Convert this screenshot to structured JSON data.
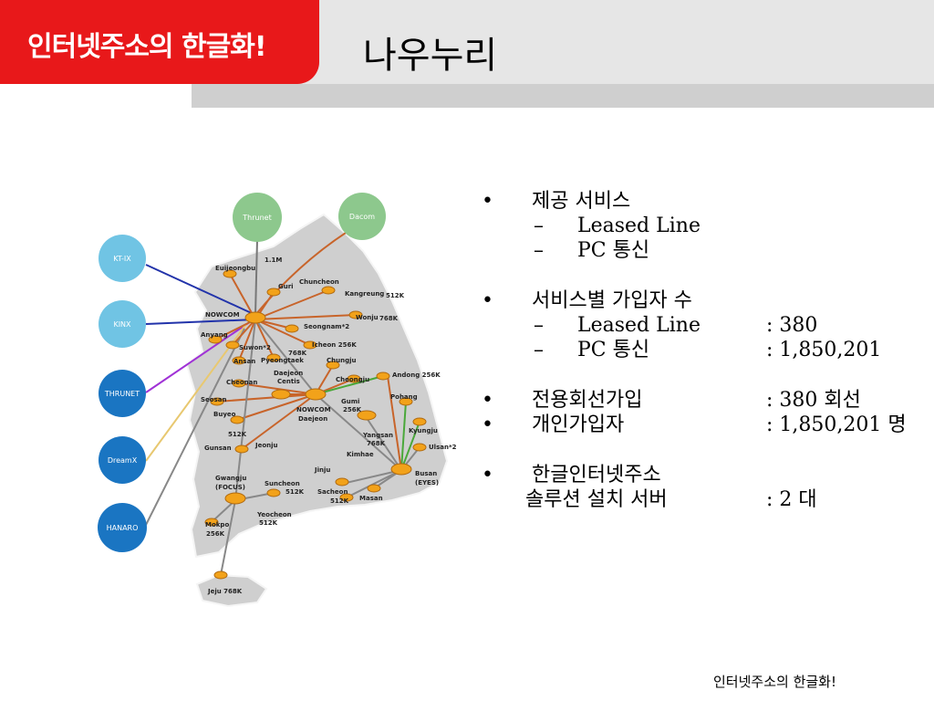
{
  "header": {
    "logo_text": "인터넷주소의 한글화!",
    "title": "나우누리"
  },
  "map": {
    "isp_nodes": [
      "Thrunet",
      "Dacom",
      "KT-IX",
      "KINX",
      "THRUNET",
      "DreamX",
      "HANARO"
    ],
    "city_labels": {
      "uijeongbu": "Euijeongbu",
      "k1m": "1.1M",
      "guri": "Guri",
      "chuncheon": "Chuncheon",
      "kangreung": "Kangreung",
      "k512a": "512K",
      "nowcom": "NOWCOM",
      "wonju": "Wonju",
      "k768a": "768K",
      "anyang": "Anyang",
      "seongnam": "Seongnam*2",
      "suwon": "Suwon*2",
      "icheon": "Icheon 256K",
      "k768b": "768K",
      "ansan": "Ansan",
      "pyeongtaek": "Pyeongtaek",
      "chungju": "Chungju",
      "dj1": "Daejeon",
      "dj2": "Centis",
      "cheonan": "Cheonan",
      "cheongju": "Cheongju",
      "andong": "Andong 256K",
      "seosan": "Seosan",
      "nd1": "NOWCOM",
      "nd2": "Daejeon",
      "gumi1": "Gumi",
      "gumi2": "256K",
      "pohang": "Pohang",
      "buyeo": "Buyeo",
      "yangsan1": "Yangsan",
      "yangsan2": "768K",
      "kyungju": "Kyungju",
      "k512b": "512K",
      "gunsan": "Gunsan",
      "jeonju": "Jeonju",
      "ulsan": "Ulsan*2",
      "kimhae": "Kimhae",
      "jinju": "Jinju",
      "busan1": "Busan",
      "busan2": "(EYES)",
      "gw1": "Gwangju",
      "gw2": "(FOCUS)",
      "suncheon1": "Suncheon",
      "suncheon2": "512K",
      "sacheon1": "Sacheon",
      "sacheon2": "512K",
      "masan": "Masan",
      "yeocheon1": "Yeocheon",
      "yeocheon2": "512K",
      "mokpo1": "Mokpo",
      "mokpo2": "256K",
      "jeju": "Jeju 768K"
    }
  },
  "content": {
    "b1": "제공 서비스",
    "b1_items": [
      "Leased Line",
      "PC 통신"
    ],
    "b2": "서비스별 가입자 수",
    "b2_items": [
      {
        "label": "Leased Line",
        "value": ": 380"
      },
      {
        "label": "PC 통신",
        "value": ": 1,850,201"
      }
    ],
    "b3": {
      "label": "전용회선가입",
      "value": ": 380 회선"
    },
    "b4": {
      "label": "개인가입자",
      "value": ": 1,850,201 명"
    },
    "b5": {
      "line1": "한글인터넷주소",
      "line2": "솔루션 설치 서버",
      "value": ": 2 대"
    },
    "bullet": "•",
    "dash": "–"
  },
  "footer": {
    "text": "인터넷주소의 한글화!"
  },
  "colors": {
    "red": "#e8181a",
    "node_green": "#8dc88d",
    "node_light_blue": "#70c4e4",
    "node_blue": "#1a75c2",
    "router_orange": "#f2a21a",
    "land": "#cfcfcf"
  }
}
